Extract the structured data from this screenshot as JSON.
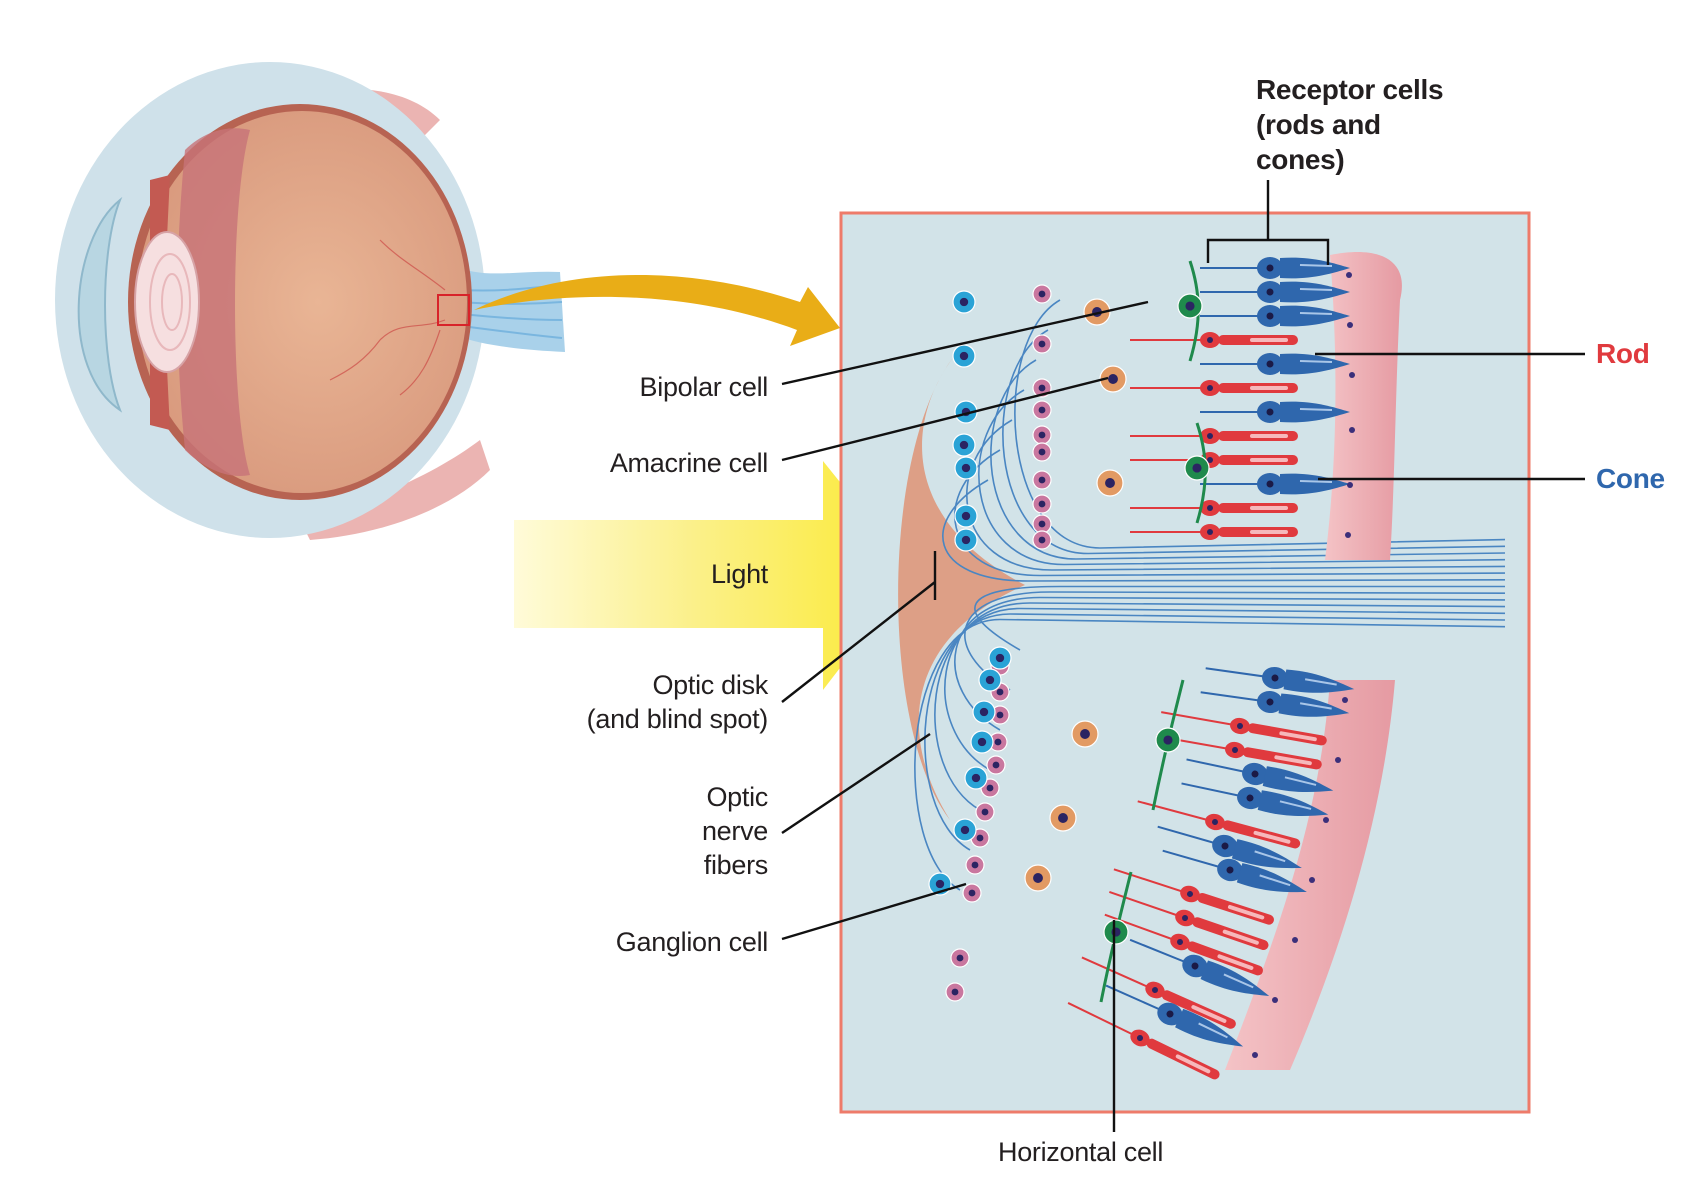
{
  "figure": {
    "title": "Retina structure: eye cross-section with enlarged retinal detail",
    "colors": {
      "rod": "#e03a3e",
      "cone": "#2f67ad",
      "bipolar": "#c9779f",
      "amacrine": "#e29a63",
      "horizontal": "#1f8a4c",
      "ganglion": "#2aa3d6",
      "panel_bg": "#d2e3e8",
      "panel_border": "#ee7b6a",
      "light_arrow": "#fbea2f",
      "zoom_arrow": "#e9ad17",
      "label_text": "#231f20"
    }
  },
  "labels": {
    "receptor_cells": "Receptor cells\n(rods and\ncones)",
    "rod": "Rod",
    "cone": "Cone",
    "bipolar_cell": "Bipolar cell",
    "amacrine_cell": "Amacrine cell",
    "light": "Light",
    "optic_disk": "Optic disk\n(and blind spot)",
    "optic_nerve_fibers": "Optic\nnerve\nfibers",
    "ganglion_cell": "Ganglion cell",
    "horizontal_cell": "Horizontal cell"
  }
}
